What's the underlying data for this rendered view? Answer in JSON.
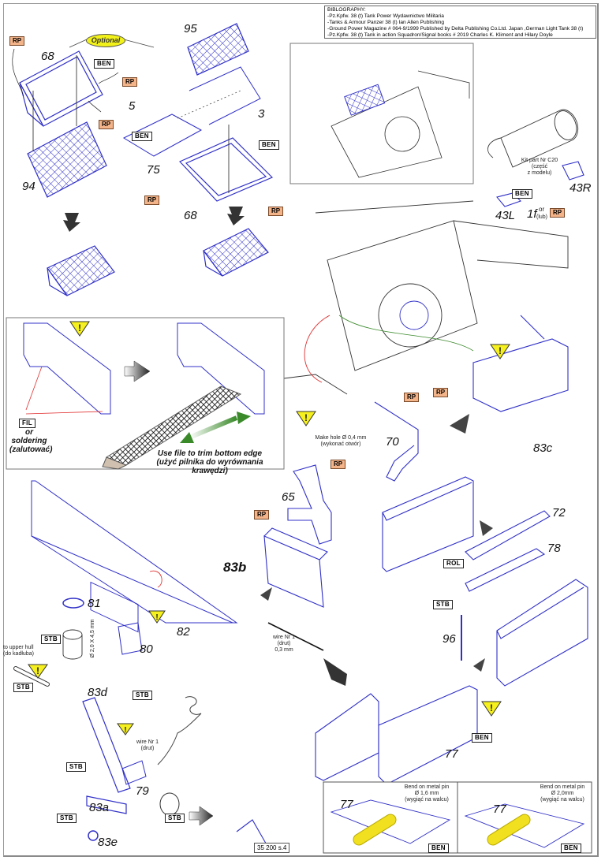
{
  "bibliography": {
    "title": "BIBLOGRAPHY:",
    "entries": [
      "-Pz.Kpfw. 38 (t) Tank Power Wydawnictwo Militaria",
      "-Tanks & Armour Panzer 38 (t) Ian Allen Publishing",
      "-Ground Power Magazine # 064-9/1999 Published by Delta Publishing Co.Ltd. Japan ,German Light Tank 38 (t)",
      "-Pz.Kpfw. 38 (t) Tank in action Squadron/Signal books # 2019 Charles K. Kliment and Hilary Doyle"
    ]
  },
  "tags": {
    "rp": "RP",
    "ben": "BEN",
    "stb": "STB",
    "rol": "ROL",
    "fil": "FIL",
    "optional": "Optional",
    "or": "or",
    "lub": "(lub)"
  },
  "part_numbers": {
    "p68a": "68",
    "p94": "94",
    "p95": "95",
    "p5": "5",
    "p3": "3",
    "p75": "75",
    "p68b": "68",
    "p43l": "43L",
    "p43r": "43R",
    "p1f": "1f",
    "p70": "70",
    "p83c": "83c",
    "p65": "65",
    "p72": "72",
    "p78": "78",
    "p83b": "83b",
    "p81": "81",
    "p82": "82",
    "p80": "80",
    "p96": "96",
    "p83d": "83d",
    "p79": "79",
    "p83a": "83a",
    "p83e": "83e",
    "p77a": "77",
    "p77b": "77",
    "p77c": "77"
  },
  "notes": {
    "kit_part": [
      "Kit part Nr C20",
      "(część",
      "z modelu)"
    ],
    "make_hole": [
      "Make hole Ø 0,4 mm",
      "(wykonać otwór)"
    ],
    "wire_a": [
      "wire Nr 1",
      "(drut)",
      "0,3 mm"
    ],
    "wire_b": [
      "wire Nr 1",
      "(drut)"
    ],
    "to_upper_hull": [
      "to upper hull",
      "(do kadłuba)"
    ],
    "dimension": "Ø 2,0 X 4,5 mm",
    "fil_or": [
      "or",
      "soldering",
      "(zalutować)"
    ],
    "file_trim": [
      "Use file to trim bottom edge",
      "(użyć pilnika do wyrównania krawędzi)"
    ],
    "bend_a": [
      "Bend on metal pin",
      "Ø 1,6 mm",
      "(wygiąć na walcu)"
    ],
    "bend_b": [
      "Bend on metal pin",
      "Ø 2,0mm",
      "(wygiąć na walcu)"
    ]
  },
  "footer": {
    "page": "35 200 s.4"
  },
  "colors": {
    "part_line": "#3030c8",
    "rp_fill": "#f3b48a",
    "warning": "#f5f01e",
    "arrow_green": "#3a8a2a",
    "pin_yellow": "#f0e020",
    "red_line": "#e03030"
  }
}
